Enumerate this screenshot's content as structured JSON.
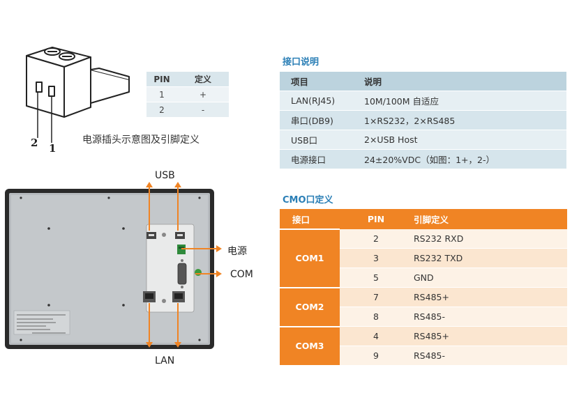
{
  "connector": {
    "pin_labels": [
      "2",
      "1"
    ],
    "caption": "电源插头示意图及引脚定义",
    "table": {
      "headers": [
        "PIN",
        "定义"
      ],
      "rows": [
        [
          "1",
          "+"
        ],
        [
          "2",
          "-"
        ]
      ]
    }
  },
  "interface": {
    "title": "接口说明",
    "headers": [
      "项目",
      "说明"
    ],
    "rows": [
      [
        "LAN(RJ45)",
        "10M/100M 自适应"
      ],
      [
        "串口(DB9)",
        "1×RS232，2×RS485"
      ],
      [
        "USB口",
        "2×USB Host"
      ],
      [
        "电源接口",
        "24±20%VDC（如图：1+，2-）"
      ]
    ]
  },
  "com": {
    "title": "CMO口定义",
    "headers": [
      "接口",
      "PIN",
      "引脚定义"
    ],
    "groups": [
      {
        "name": "COM1",
        "rows": [
          [
            "2",
            "RS232 RXD"
          ],
          [
            "3",
            "RS232 TXD"
          ],
          [
            "5",
            "GND"
          ]
        ]
      },
      {
        "name": "COM2",
        "rows": [
          [
            "7",
            "RS485+"
          ],
          [
            "8",
            "RS485-"
          ]
        ]
      },
      {
        "name": "COM3",
        "rows": [
          [
            "4",
            "RS485+"
          ],
          [
            "9",
            "RS485-"
          ]
        ]
      }
    ]
  },
  "device": {
    "labels": {
      "usb": "USB",
      "power": "电源",
      "com": "COM",
      "lan": "LAN"
    },
    "arrow_color": "#f08424"
  }
}
